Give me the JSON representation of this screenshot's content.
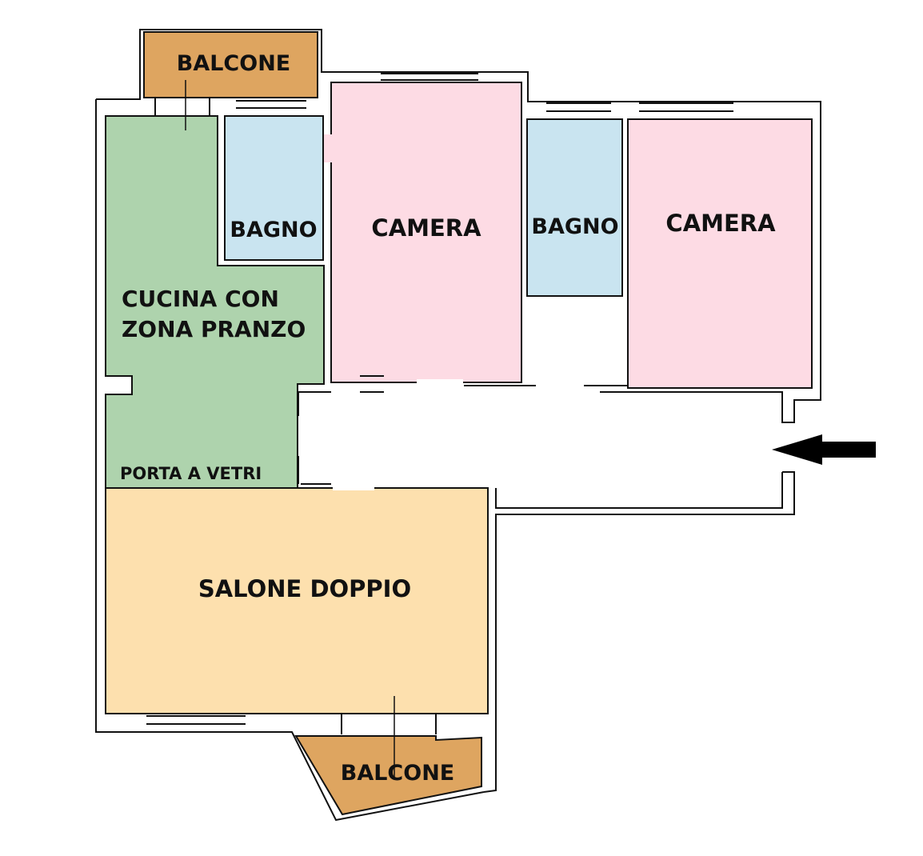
{
  "rooms": {
    "balcone_top": {
      "label": "BALCONE",
      "color": "#dea560"
    },
    "cucina": {
      "label_line1": "CUCINA CON",
      "label_line2": "ZONA PRANZO",
      "color": "#aed3ad"
    },
    "bagno_1": {
      "label": "BAGNO",
      "color": "#c9e4f0"
    },
    "camera_1": {
      "label": "CAMERA",
      "color": "#fddbe4"
    },
    "bagno_2": {
      "label": "BAGNO",
      "color": "#c9e4f0"
    },
    "camera_2": {
      "label": "CAMERA",
      "color": "#fddbe4"
    },
    "salone": {
      "label": "SALONE DOPPIO",
      "color": "#fde0ae"
    },
    "balcone_bottom": {
      "label": "BALCONE",
      "color": "#dea560"
    }
  },
  "annotations": {
    "glass_door": "PORTA A VETRI"
  },
  "entrance_arrow": {
    "icon": "arrow-left-icon",
    "color": "#000000"
  }
}
